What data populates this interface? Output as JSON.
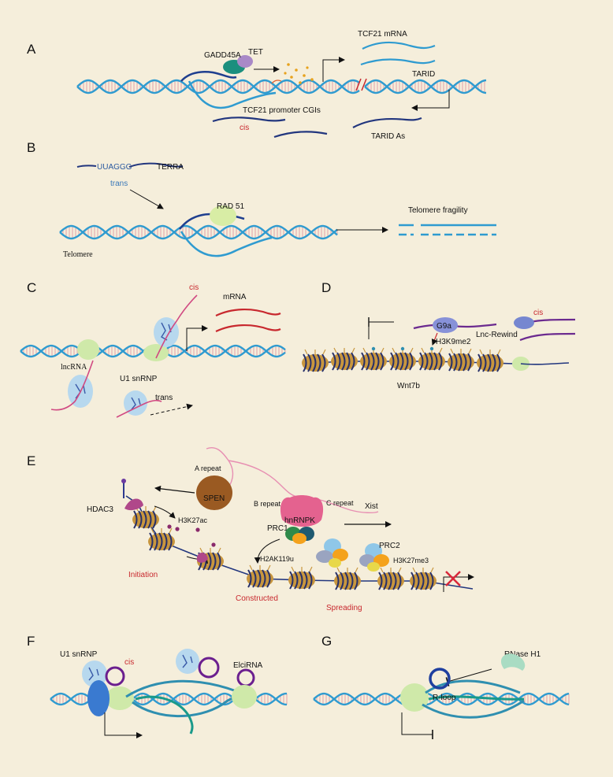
{
  "colors": {
    "background": "#f5eedb",
    "dna_strand": "#2f9bd0",
    "dna_rung": "#e3a0a8",
    "red_text": "#c8282e",
    "blue_text": "#3a78b8"
  },
  "panels": {
    "a": {
      "letter": "A",
      "gadd45a": "GADD45A",
      "tet": "TET",
      "mrna": "TCF21 mRNA",
      "promoter": "TCF21 promoter CGIs",
      "tarid": "TARID",
      "cis": "cis",
      "tarid_as": "TARID As"
    },
    "b": {
      "letter": "B",
      "seq": "UUAGGG",
      "terra": "TERRA",
      "trans": "trans",
      "rad51": "RAD 51",
      "fragility": "Telomere fragility",
      "telomere": "Telomere"
    },
    "c": {
      "letter": "C",
      "cis": "cis",
      "mrna": "mRNA",
      "lncrna": "lncRNA",
      "u1": "U1 snRNP",
      "trans": "trans"
    },
    "d": {
      "letter": "D",
      "g9a": "G9a",
      "cis": "cis",
      "rewind": "Lnc-Rewind",
      "h3k9": "H3K9me2",
      "wnt7b": "Wnt7b"
    },
    "e": {
      "letter": "E",
      "a_repeat": "A repeat",
      "spen": "SPEN",
      "hdac3": "HDAC3",
      "b_repeat": "B repeat",
      "c_repeat": "C repeat",
      "xist": "Xist",
      "hnrnpk": "hnRNPK",
      "h3k27ac": "H3K27ac",
      "prc1": "PRC1",
      "prc2": "PRC2",
      "h2ak": "H2AK119u",
      "h3k27me3": "H3K27me3",
      "initiation": "Initiation",
      "constructed": "Constructed",
      "spreading": "Spreading"
    },
    "f": {
      "letter": "F",
      "u1": "U1 snRNP",
      "cis": "cis",
      "elci": "ElciRNA"
    },
    "g": {
      "letter": "G",
      "rnase": "RNase H1",
      "rloop": "R-loop"
    }
  }
}
